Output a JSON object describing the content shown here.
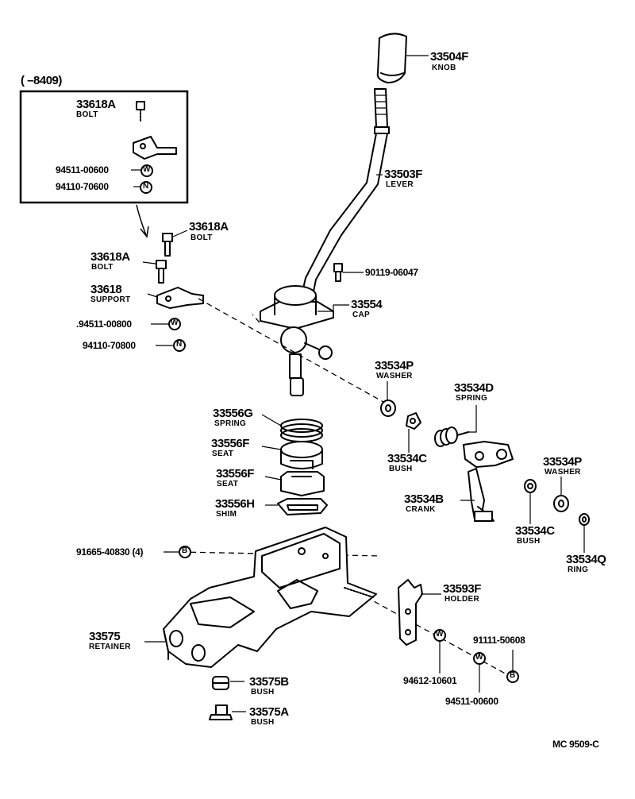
{
  "inset": {
    "range": "(        –8409)"
  },
  "parts": {
    "knob": {
      "number": "33504F",
      "name": "KNOB"
    },
    "lever": {
      "number": "33503F",
      "name": "LEVER"
    },
    "bolt_inset": {
      "number": "33618A",
      "name": "BOLT"
    },
    "washer_inset": {
      "number": "94511-00600"
    },
    "nut_inset": {
      "number": "94110-70600"
    },
    "bolt_upper": {
      "number": "33618A",
      "name": "BOLT"
    },
    "bolt_lower": {
      "number": "33618A",
      "name": "BOLT"
    },
    "support": {
      "number": "33618",
      "name": "SUPPORT"
    },
    "washer_w": {
      "number": ".94511-00800"
    },
    "nut_n": {
      "number": "94110-70800"
    },
    "screw": {
      "number": "90119-06047"
    },
    "cap": {
      "number": "33554",
      "name": "CAP"
    },
    "washer_p1": {
      "number": "33534P",
      "name": "WASHER"
    },
    "spring_d": {
      "number": "33534D",
      "name": "SPRING"
    },
    "spring_g": {
      "number": "33556G",
      "name": "SPRING"
    },
    "seat_1": {
      "number": "33556F",
      "name": "SEAT"
    },
    "seat_2": {
      "number": "33556F",
      "name": "SEAT"
    },
    "shim": {
      "number": "33556H",
      "name": "SHIM"
    },
    "bush_c1": {
      "number": "33534C",
      "name": "BUSH"
    },
    "crank": {
      "number": "33534B",
      "name": "CRANK"
    },
    "washer_p2": {
      "number": "33534P",
      "name": "WASHER"
    },
    "bush_c2": {
      "number": "33534C",
      "name": "BUSH"
    },
    "ring": {
      "number": "33534Q",
      "name": "RING"
    },
    "bolt_4": {
      "number": "91665-40830 (4)"
    },
    "holder": {
      "number": "33593F",
      "name": "HOLDER"
    },
    "retainer": {
      "number": "33575",
      "name": "RETAINER"
    },
    "bolt_b": {
      "number": "91111-50608"
    },
    "washer_601": {
      "number": "94612-10601"
    },
    "washer_600": {
      "number": "94511-00600"
    },
    "bush_b": {
      "number": "33575B",
      "name": "BUSH"
    },
    "bush_a": {
      "number": "33575A",
      "name": "BUSH"
    }
  },
  "symbols": {
    "washer": "W",
    "nut": "N",
    "bolt": "B"
  },
  "reference": "MC 9509-C"
}
